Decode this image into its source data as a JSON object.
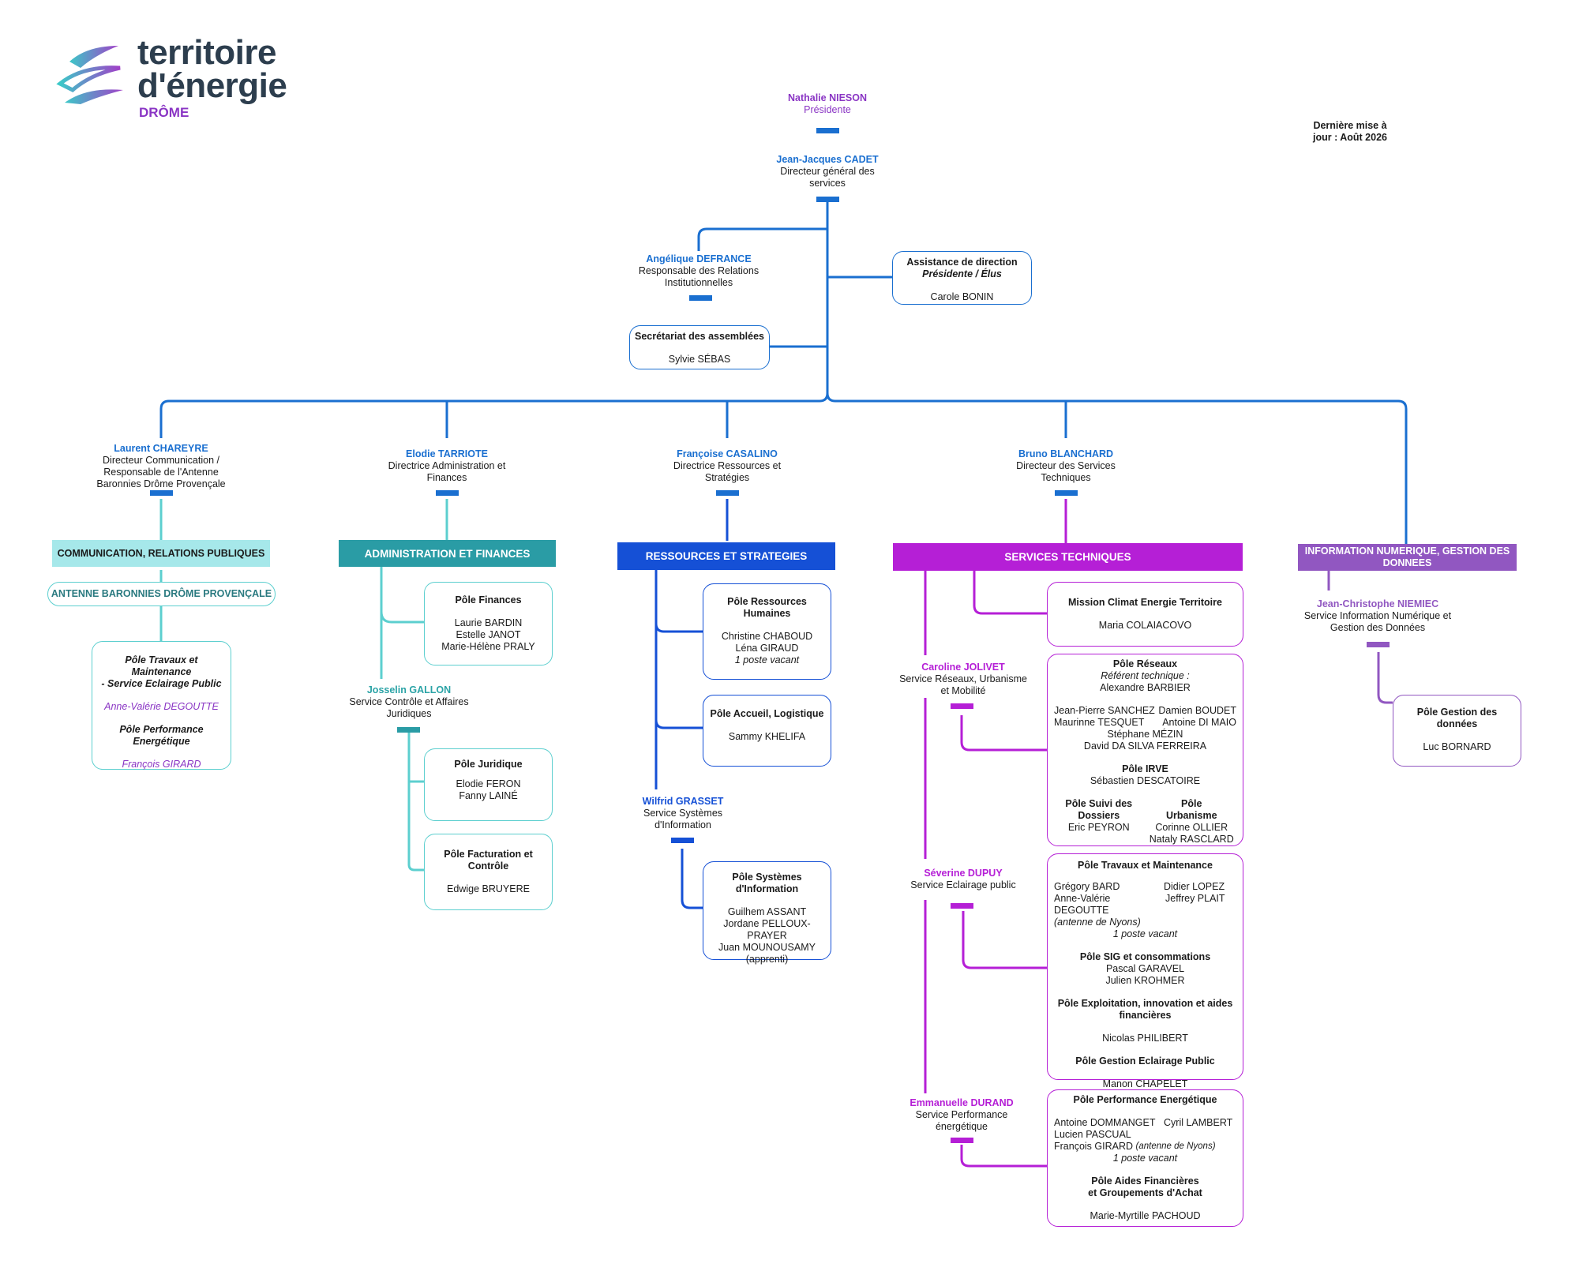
{
  "logo": {
    "line1": "territoire",
    "line2": "d'énergie",
    "line3": "DRÔME"
  },
  "update_note": {
    "line1": "Dernière mise à",
    "line2": "jour : Août 2026"
  },
  "presidente": {
    "name": "Nathalie  NIESON",
    "role": "Présidente"
  },
  "dgs": {
    "name": "Jean-Jacques CADET",
    "role1": "Directeur général des",
    "role2": "services"
  },
  "relations": {
    "name": "Angélique DEFRANCE",
    "role1": "Responsable des Relations",
    "role2": "Institutionnelles"
  },
  "assistance": {
    "title": "Assistance de direction",
    "subtitle": "Présidente / Élus",
    "person": "Carole BONIN"
  },
  "secretariat": {
    "title": "Secrétariat des assemblées",
    "person": "Sylvie SÉBAS"
  },
  "directors": {
    "comm": {
      "name": "Laurent CHAREYRE",
      "role1": "Directeur Communication /",
      "role2": "Responsable de l'Antenne",
      "role3": "Baronnies Drôme Provençale"
    },
    "admin": {
      "name": "Elodie TARRIOTE",
      "role1": "Directrice Administration  et",
      "role2": "Finances"
    },
    "rs": {
      "name": "Françoise CASALINO",
      "role1": "Directrice Ressources et",
      "role2": "Stratégies"
    },
    "st": {
      "name": "Bruno BLANCHARD",
      "role1": "Directeur des Services",
      "role2": "Techniques"
    }
  },
  "headers": {
    "comm": "COMMUNICATION, RELATIONS PUBLIQUES",
    "antenne": "ANTENNE BARONNIES DRÔME PROVENÇALE",
    "admin": "ADMINISTRATION ET FINANCES",
    "rs": "RESSOURCES ET STRATEGIES",
    "st": "SERVICES TECHNIQUES",
    "info": "INFORMATION NUMERIQUE, GESTION DES DONNEES"
  },
  "comm_box": {
    "t1": "Pôle Travaux et Maintenance",
    "t2": "- Service Eclairage Public",
    "p1": "Anne-Valérie DEGOUTTE",
    "t3": "Pôle Performance",
    "t4": "Energétique",
    "p2": "François GIRARD"
  },
  "admin": {
    "finances": {
      "title": "Pôle Finances",
      "p1": "Laurie BARDIN",
      "p2": "Estelle JANOT",
      "p3": "Marie-Hélène PRALY"
    },
    "gallon": {
      "name": "Josselin GALLON",
      "role1": "Service Contrôle et Affaires",
      "role2": "Juridiques"
    },
    "juridique": {
      "title": "Pôle Juridique",
      "p1": "Elodie FERON",
      "p2": "Fanny LAINÉ"
    },
    "facturation": {
      "title1": "Pôle Facturation et",
      "title2": "Contrôle",
      "p1": "Edwige BRUYERE"
    }
  },
  "rs": {
    "rh": {
      "title1": "Pôle Ressources",
      "title2": "Humaines",
      "p1": "Christine CHABOUD",
      "p2": "Léna GIRAUD",
      "p3": "1 poste vacant"
    },
    "accueil": {
      "title": "Pôle Accueil, Logistique",
      "p1": "Sammy KHELIFA"
    },
    "grasset": {
      "name": "Wilfrid GRASSET",
      "role1": "Service Systèmes",
      "role2": "d'Information"
    },
    "si": {
      "title1": "Pôle Systèmes",
      "title2": "d'Information",
      "p1": "Guilhem ASSANT",
      "p2": "Jordane PELLOUX-PRAYER",
      "p3": "Juan MOUNOUSAMY",
      "p4": "(apprenti)"
    }
  },
  "st": {
    "climat": {
      "title": "Mission Climat Energie Territoire",
      "p1": "Maria COLAIACOVO"
    },
    "jolivet": {
      "name": "Caroline JOLIVET",
      "role1": "Service Réseaux, Urbanisme",
      "role2": "et Mobilité"
    },
    "reseaux": {
      "title": "Pôle Réseaux",
      "ref": "Référent technique :",
      "ref_name": "Alexandre BARBIER",
      "a1": "Jean-Pierre SANCHEZ",
      "b1": "Damien BOUDET",
      "a2": "Maurinne TESQUET",
      "b2": "Antoine DI MAIO",
      "c1": "Stéphane MÉZIN",
      "c2": "David DA SILVA FERREIRA",
      "irve": "Pôle IRVE",
      "irve_p": "Sébastien DESCATOIRE",
      "suivi1": "Pôle Suivi des",
      "suivi2": "Dossiers",
      "suivi_p": "Eric PEYRON",
      "urb1": "Pôle",
      "urb2": "Urbanisme",
      "urb_p1": "Corinne OLLIER",
      "urb_p2": "Nataly RASCLARD"
    },
    "dupuy": {
      "name": "Séverine DUPUY",
      "role1": "Service Eclairage public"
    },
    "travaux": {
      "title": "Pôle Travaux et Maintenance",
      "a1": "Grégory BARD",
      "b1": "Didier LOPEZ",
      "a2": "Anne-Valérie DEGOUTTE",
      "b2": "Jeffrey PLAIT",
      "a3": "(antenne de Nyons)",
      "vac": "1 poste vacant",
      "sig": "Pôle SIG et consommations",
      "sig_p1": "Pascal GARAVEL",
      "sig_p2": "Julien KROHMER",
      "expl1": "Pôle Exploitation, innovation et aides",
      "expl2": "financières",
      "expl_p": "Nicolas PHILIBERT",
      "gep": "Pôle Gestion Eclairage Public",
      "gep_p": "Manon  CHAPELET"
    },
    "durand": {
      "name": "Emmanuelle DURAND",
      "role1": "Service Performance",
      "role2": "énergétique"
    },
    "perf": {
      "title": "Pôle Performance Energétique",
      "a1": "Antoine DOMMANGET",
      "b1": "Cyril LAMBERT",
      "a2": "Lucien PASCUAL",
      "a3": "François GIRARD",
      "a3i": "(antenne de Nyons)",
      "vac": "1 poste vacant",
      "aides1": "Pôle  Aides Financières",
      "aides2": "et Groupements d'Achat",
      "aides_p": "Marie-Myrtille PACHOUD"
    }
  },
  "info": {
    "niemiec": {
      "name": "Jean-Christophe NIEMIEC",
      "role1": "Service Information Numérique et",
      "role2": "Gestion des Données"
    },
    "donnees": {
      "title": "Pôle Gestion des données",
      "p1": "Luc BORNARD"
    }
  },
  "colors": {
    "blue": "#1a6fd0",
    "teal": "#5ccfcf",
    "teal_dark": "#2a9ca5",
    "rs_blue": "#1550d6",
    "magenta": "#b51fd6",
    "violet": "#9157c1",
    "logo_dark": "#2d3e4e",
    "logo_purple": "#8a35c4"
  }
}
